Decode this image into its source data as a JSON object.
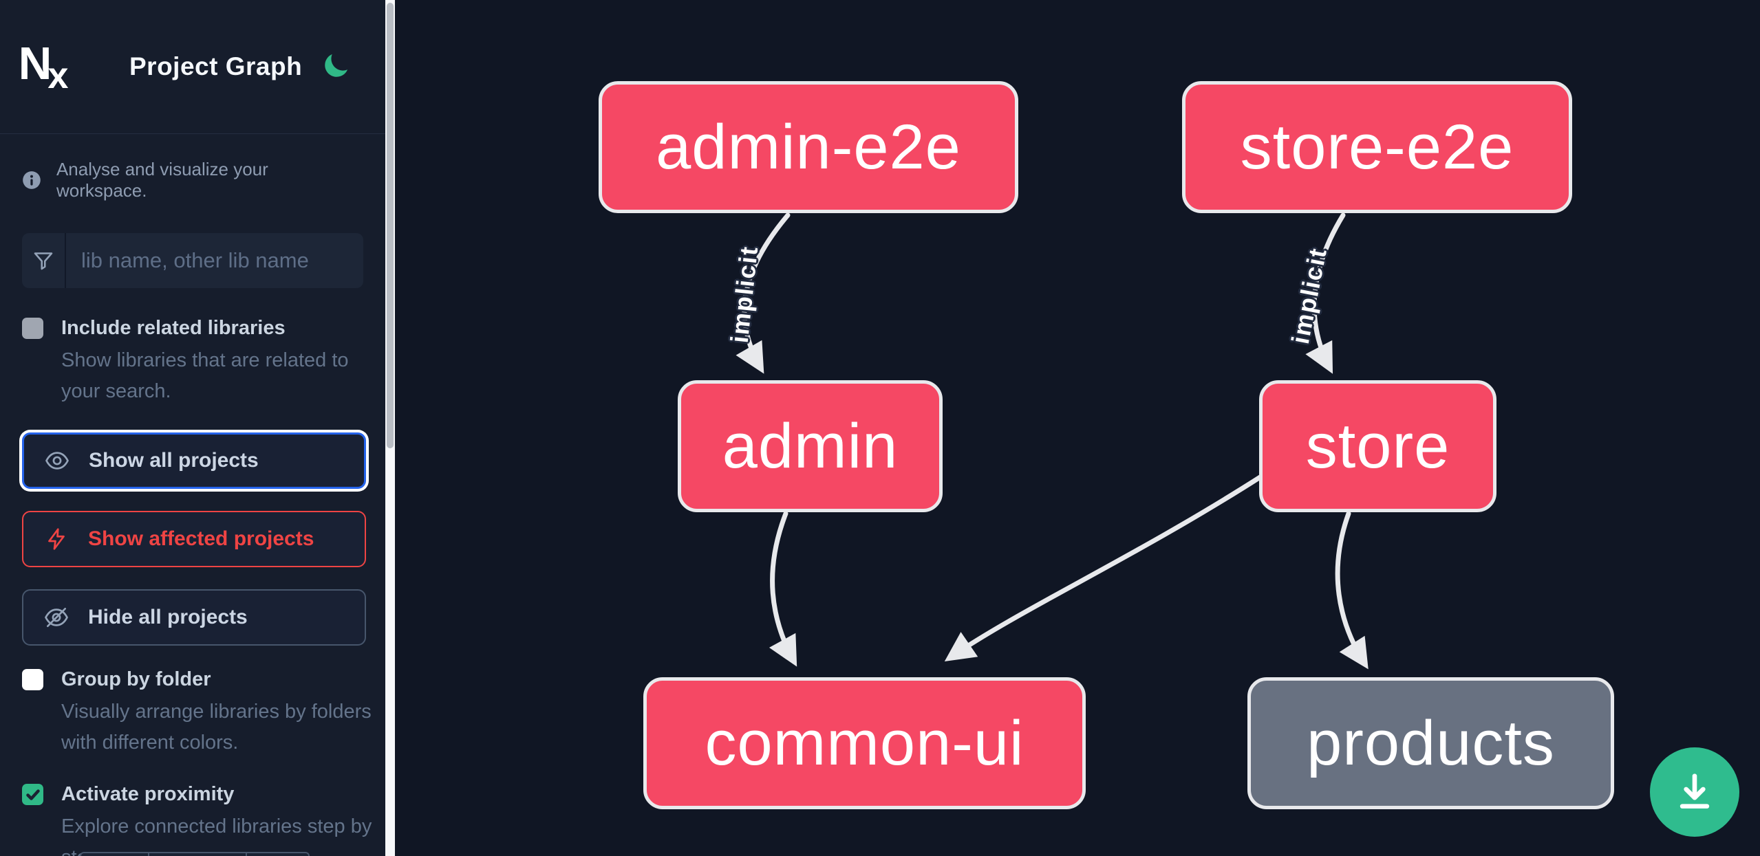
{
  "header": {
    "title": "Project Graph",
    "logo": "Nx",
    "theme_toggle": "moon"
  },
  "sidebar": {
    "tagline": "Analyse and visualize your workspace.",
    "search": {
      "placeholder": "lib name, other lib name"
    },
    "options": [
      {
        "label": "Include related libraries",
        "description": "Show libraries that are related to your search.",
        "checked": false,
        "state": "disabled"
      },
      {
        "label": "Group by folder",
        "description": "Visually arrange libraries by folders with different colors.",
        "checked": false,
        "state": "enabled"
      },
      {
        "label": "Activate proximity",
        "description": "Explore connected libraries step by step.",
        "checked": true,
        "state": "enabled"
      }
    ],
    "buttons": [
      {
        "label": "Show all projects",
        "icon": "eye-icon",
        "style": "active-blue"
      },
      {
        "label": "Show affected projects",
        "icon": "bolt-icon",
        "style": "danger-red"
      },
      {
        "label": "Hide all projects",
        "icon": "eye-off-icon",
        "style": "plain"
      }
    ]
  },
  "graph": {
    "nodes": [
      {
        "id": "admin-e2e",
        "label": "admin-e2e",
        "color": "pink"
      },
      {
        "id": "store-e2e",
        "label": "store-e2e",
        "color": "pink"
      },
      {
        "id": "admin",
        "label": "admin",
        "color": "pink"
      },
      {
        "id": "store",
        "label": "store",
        "color": "pink"
      },
      {
        "id": "common-ui",
        "label": "common-ui",
        "color": "pink"
      },
      {
        "id": "products",
        "label": "products",
        "color": "gray"
      }
    ],
    "edges": [
      {
        "from": "admin-e2e",
        "to": "admin",
        "label": "implicit"
      },
      {
        "from": "store-e2e",
        "to": "store",
        "label": "implicit"
      },
      {
        "from": "admin",
        "to": "common-ui",
        "label": ""
      },
      {
        "from": "store",
        "to": "common-ui",
        "label": ""
      },
      {
        "from": "store",
        "to": "products",
        "label": ""
      }
    ]
  },
  "fab": {
    "icon": "download",
    "action": "export-graph-image"
  },
  "colors": {
    "accent_green": "#2fbc8e",
    "node_pink": "#f54864",
    "node_gray": "#687181",
    "node_border": "#e8e9ec",
    "focus_blue": "#2563eb",
    "danger_red": "#ef4444",
    "sidebar_bg": "#161d2c",
    "canvas_bg": "#101624"
  }
}
